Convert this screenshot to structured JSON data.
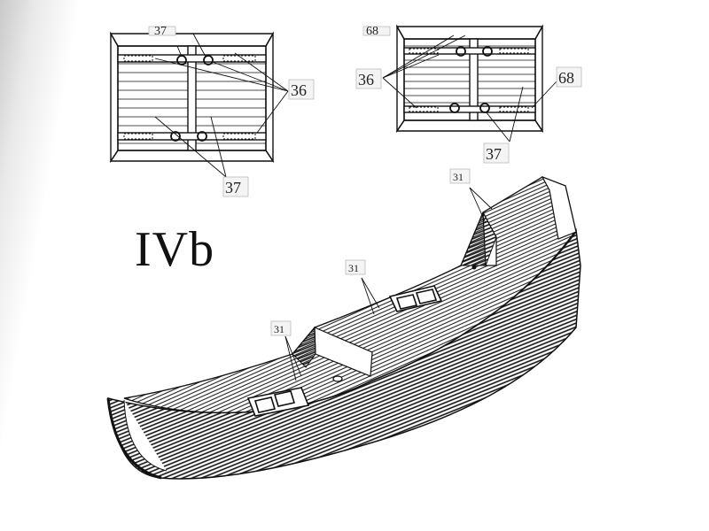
{
  "step_label": "IVb",
  "callouts": {
    "left_top_partial": "37",
    "left_36": "36",
    "left_37": "37",
    "right_68_top": "68",
    "right_36": "36",
    "right_68": "68",
    "right_37": "37",
    "hull_stern": "31",
    "hull_mid": "31",
    "hull_fore": "31"
  },
  "colors": {
    "ink": "#111111",
    "paper": "#ffffff",
    "label_box": "#f4f4f4"
  }
}
